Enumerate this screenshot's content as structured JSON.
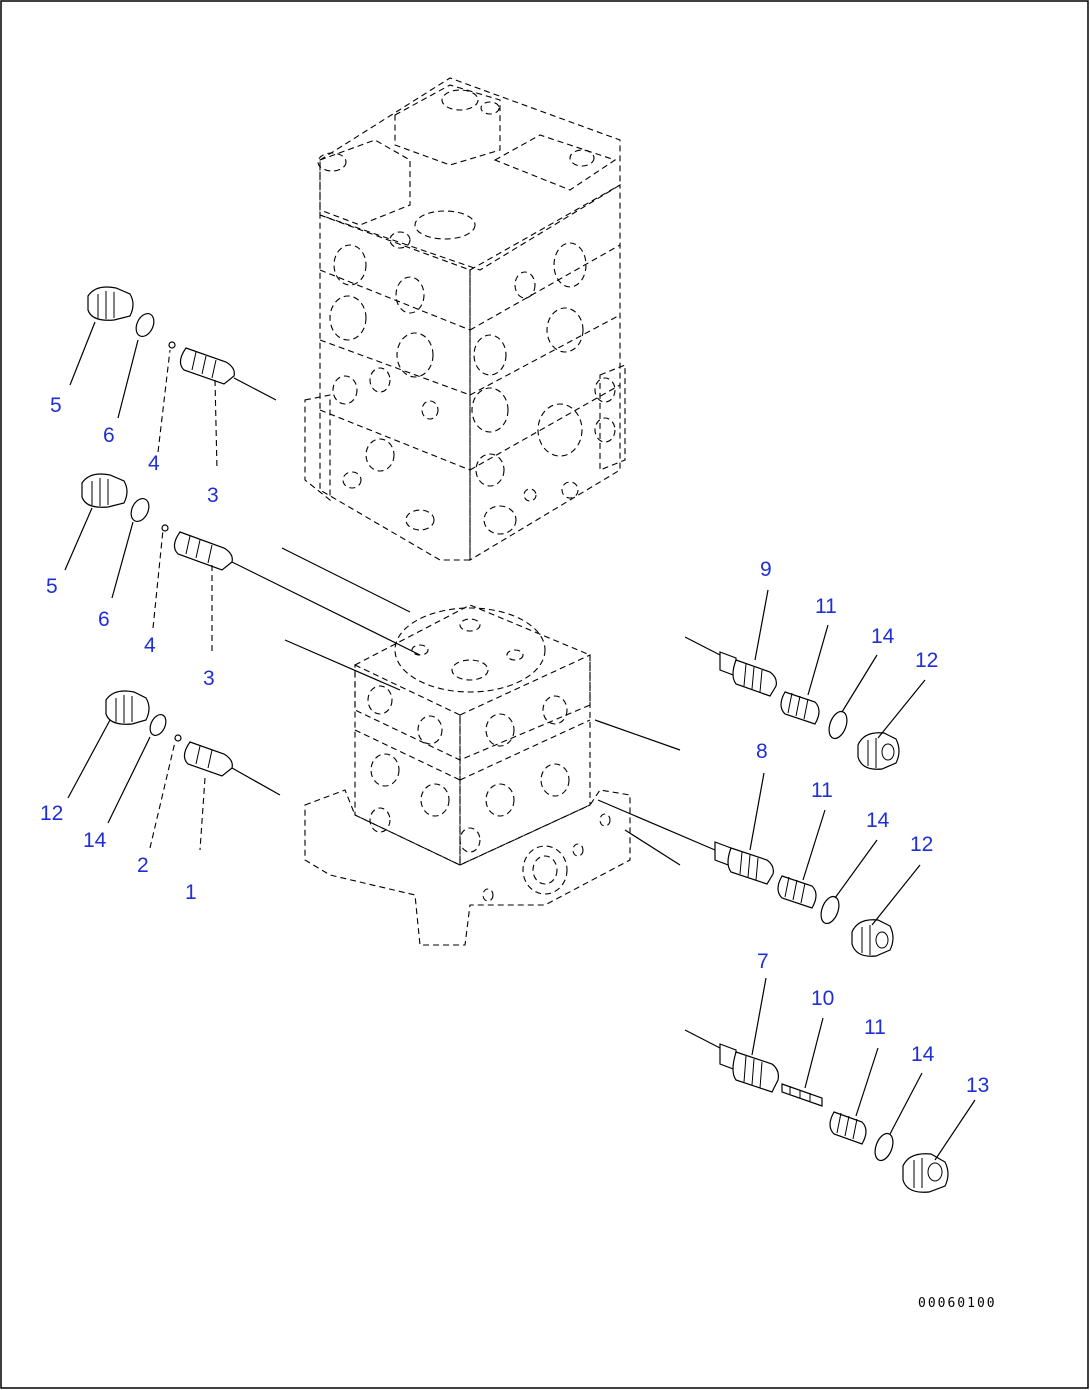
{
  "diagram": {
    "callout_color": "#1f2fd6",
    "document_number": "00060100",
    "callouts": [
      {
        "id": "c5a",
        "label": "5"
      },
      {
        "id": "c6a",
        "label": "6"
      },
      {
        "id": "c4a",
        "label": "4"
      },
      {
        "id": "c3a",
        "label": "3"
      },
      {
        "id": "c5b",
        "label": "5"
      },
      {
        "id": "c6b",
        "label": "6"
      },
      {
        "id": "c4b",
        "label": "4"
      },
      {
        "id": "c3b",
        "label": "3"
      },
      {
        "id": "c12a",
        "label": "12"
      },
      {
        "id": "c14a",
        "label": "14"
      },
      {
        "id": "c2",
        "label": "2"
      },
      {
        "id": "c1",
        "label": "1"
      },
      {
        "id": "c9",
        "label": "9"
      },
      {
        "id": "c11a",
        "label": "11"
      },
      {
        "id": "c14b",
        "label": "14"
      },
      {
        "id": "c12b",
        "label": "12"
      },
      {
        "id": "c8",
        "label": "8"
      },
      {
        "id": "c11b",
        "label": "11"
      },
      {
        "id": "c14c",
        "label": "14"
      },
      {
        "id": "c12c",
        "label": "12"
      },
      {
        "id": "c7",
        "label": "7"
      },
      {
        "id": "c10",
        "label": "10"
      },
      {
        "id": "c11c",
        "label": "11"
      },
      {
        "id": "c14d",
        "label": "14"
      },
      {
        "id": "c13",
        "label": "13"
      }
    ]
  }
}
